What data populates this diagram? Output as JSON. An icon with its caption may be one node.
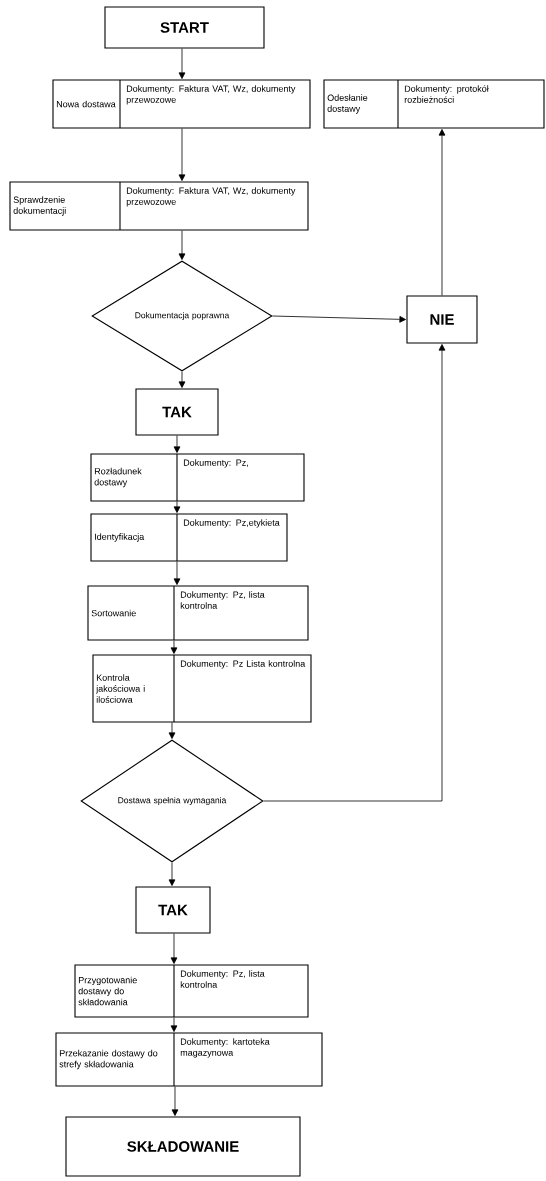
{
  "diagram": {
    "nodes": [
      {
        "text": [
          "START"
        ]
      },
      {
        "text": [
          "Nowa dostawa",
          "Dokumenty: Faktura VAT, Wz, dokumenty przewozowe"
        ]
      },
      {
        "text": [
          "Odesłanie dostawy",
          "Dokumenty: protokół rozbieżności"
        ]
      },
      {
        "text": [
          "Sprawdzenie dokumentacji",
          "Dokumenty: Faktura VAT, Wz, dokumenty przewozowe"
        ]
      },
      {
        "text": [
          "Dokumentacja poprawna"
        ]
      },
      {
        "text": [
          "NIE"
        ]
      },
      {
        "text": [
          "TAK"
        ]
      },
      {
        "text": [
          "Rozładunek dostawy",
          "Dokumenty: Pz,"
        ]
      },
      {
        "text": [
          "Identyfikacja",
          "Dokumenty: Pz,etykieta"
        ]
      },
      {
        "text": [
          "Sortowanie",
          "Dokumenty: Pz, lista kontrolna"
        ]
      },
      {
        "text": [
          "Kontrola jakościowa i ilościowa",
          "Dokumenty: Pz Lista kontrolna"
        ]
      },
      {
        "text": [
          "Dostawa spełnia wymagania"
        ]
      },
      {
        "text": [
          "TAK"
        ]
      },
      {
        "text": [
          "Przygotowanie dostawy do składowania",
          "Dokumenty: Pz, lista kontrolna"
        ]
      },
      {
        "text": [
          "Przekazanie dostawy do strefy składowania",
          "Dokumenty: kartoteka magazynowa"
        ]
      },
      {
        "text": [
          "SKŁADOWANIE"
        ]
      }
    ],
    "edges": [
      {
        "from": 0,
        "to": 1,
        "arrow": "to"
      },
      {
        "from": 1,
        "to": 3,
        "arrow": "to"
      },
      {
        "from": 3,
        "to": 4,
        "arrow": "to"
      },
      {
        "from": 4,
        "to": 5,
        "arrow": "to"
      },
      {
        "from": 5,
        "to": 2,
        "arrow": "to"
      },
      {
        "from": 4,
        "to": 6,
        "arrow": "to"
      },
      {
        "from": 6,
        "to": 7,
        "arrow": "to"
      },
      {
        "from": 7,
        "to": 8,
        "arrow": "to"
      },
      {
        "from": 8,
        "to": 9,
        "arrow": "to"
      },
      {
        "from": 9,
        "to": 10,
        "arrow": "to"
      },
      {
        "from": 10,
        "to": 11,
        "arrow": "to"
      },
      {
        "from": 11,
        "to": 5,
        "arrow": "to"
      },
      {
        "from": 11,
        "to": 12,
        "arrow": "to"
      },
      {
        "from": 12,
        "to": 13,
        "arrow": "to"
      },
      {
        "from": 13,
        "to": 14,
        "arrow": "to"
      },
      {
        "from": 14,
        "to": 15,
        "arrow": "to"
      }
    ]
  }
}
